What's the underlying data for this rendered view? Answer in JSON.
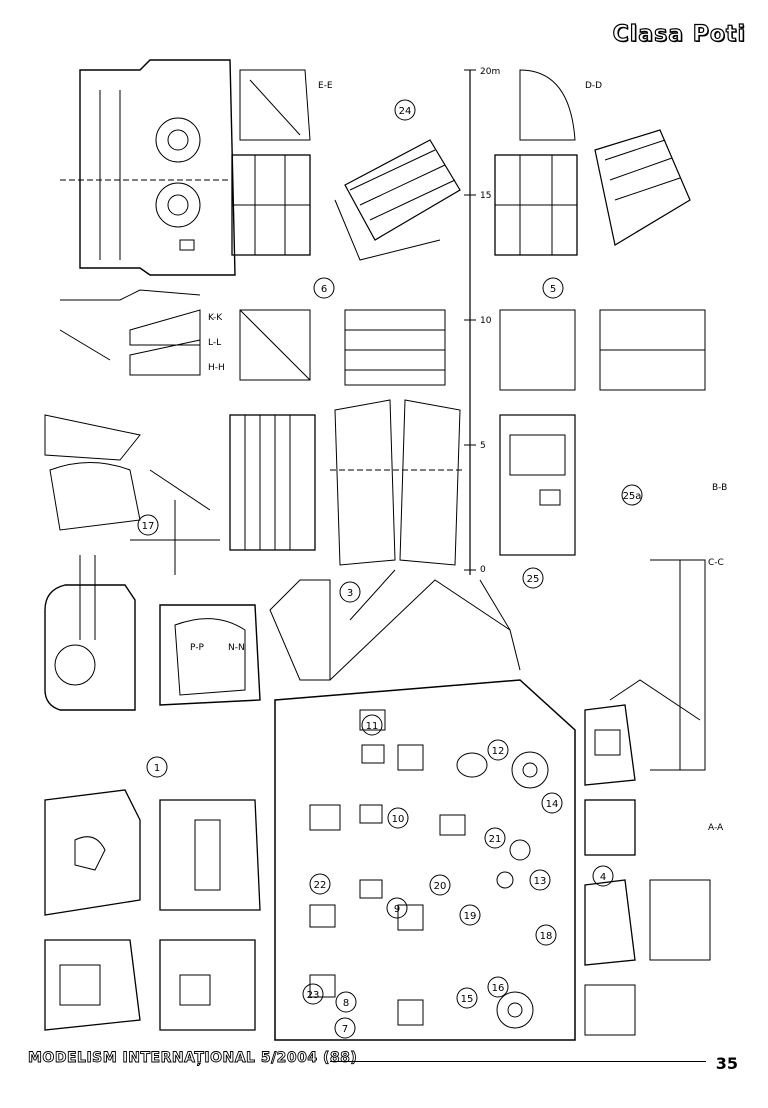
{
  "header": {
    "title": "Clasa Poti"
  },
  "footer": {
    "publication": "MODELISM INTERNAȚIONAL 5/2004 (88)",
    "page_number": "35"
  },
  "scale": {
    "ticks": [
      "0",
      "5",
      "10",
      "15",
      "20m"
    ]
  },
  "callouts": [
    "1",
    "3",
    "4",
    "5",
    "6",
    "7",
    "8",
    "9",
    "10",
    "11",
    "12",
    "13",
    "14",
    "15",
    "16",
    "17",
    "18",
    "19",
    "20",
    "21",
    "22",
    "23",
    "24",
    "25",
    "25a"
  ],
  "section_labels": [
    "E-E",
    "D-D",
    "C-C",
    "B-B",
    "A-A",
    "H-H",
    "L-L",
    "K-K",
    "P-P",
    "N-N"
  ]
}
